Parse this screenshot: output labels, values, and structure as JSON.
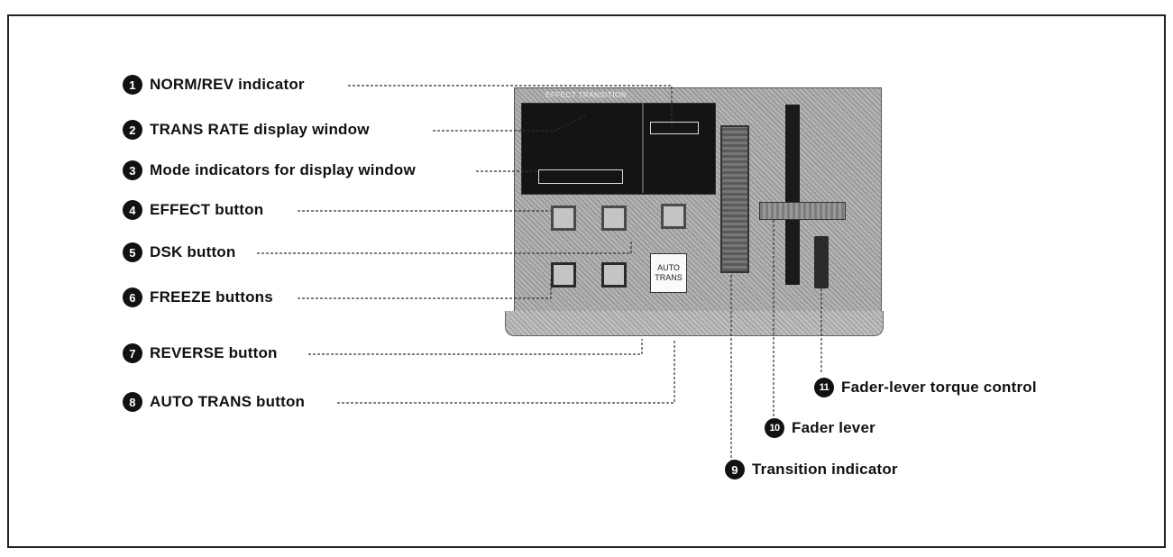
{
  "panel": {
    "title": "EFFECT TRANSITION",
    "auto_trans_label": "AUTO TRANS"
  },
  "callouts": [
    {
      "number": "1",
      "text": "NORM/REV indicator"
    },
    {
      "number": "2",
      "text": "TRANS RATE display window"
    },
    {
      "number": "3",
      "text": "Mode indicators for display window"
    },
    {
      "number": "4",
      "text": "EFFECT button"
    },
    {
      "number": "5",
      "text": "DSK button"
    },
    {
      "number": "6",
      "text": "FREEZE buttons"
    },
    {
      "number": "7",
      "text": "REVERSE button"
    },
    {
      "number": "8",
      "text": "AUTO TRANS button"
    },
    {
      "number": "9",
      "text": "Transition indicator"
    },
    {
      "number": "10",
      "text": "Fader lever"
    },
    {
      "number": "11",
      "text": "Fader-lever torque control"
    }
  ]
}
